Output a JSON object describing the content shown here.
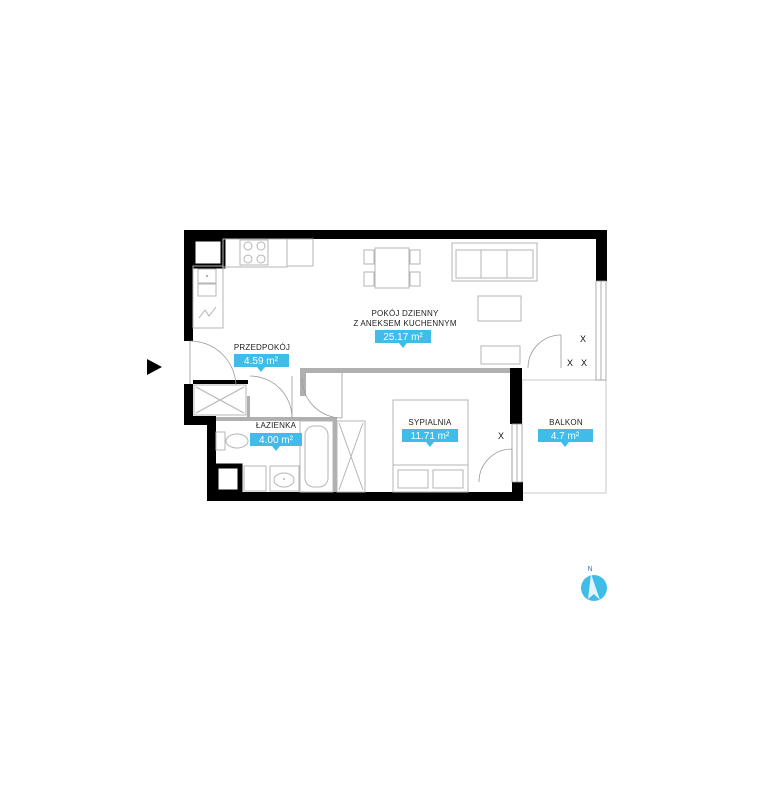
{
  "rooms": {
    "living": {
      "line1": "POKÓJ DZIENNY",
      "line2": "Z ANEKSEM KUCHENNYM",
      "area": "25.17 m²"
    },
    "hall": {
      "name": "PRZEDPOKÓJ",
      "area": "4.59 m²"
    },
    "bath": {
      "name": "ŁAZIENKA",
      "area": "4.00 m²"
    },
    "bedroom": {
      "name": "SYPIALNIA",
      "area": "11.71 m²"
    },
    "balcony": {
      "name": "BALKON",
      "area": "4.7 m²"
    }
  },
  "marks": {
    "x": "X"
  },
  "compass": {
    "letter": "N"
  },
  "colors": {
    "wall": "#000000",
    "accent": "#3fbde8",
    "inner_wall": "#b0b0b0",
    "furniture": "#b5b5b5"
  },
  "icons": {
    "entrance": "entrance-arrow-icon",
    "compass": "north-compass-icon"
  }
}
